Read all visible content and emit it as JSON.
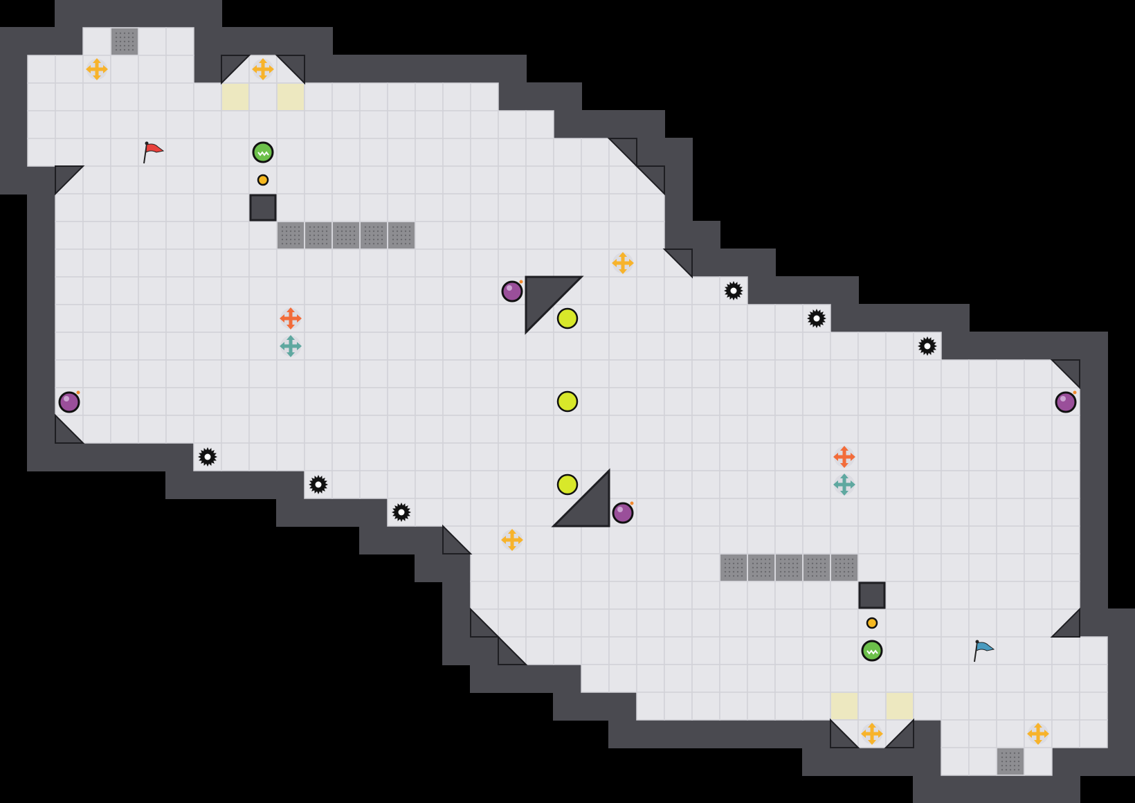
{
  "colors": {
    "background": "#000000",
    "wall": "#4a4a50",
    "wall_outline": "#1e1e22",
    "floor": "#e6e6ea",
    "floor_line": "#d2d2d8",
    "grate": "#8e8e92",
    "highlight_tile": "#ede8c0",
    "yellow_cross": "#f7b32b",
    "orange_arrow": "#f26c3a",
    "teal_arrow": "#5fa8a0",
    "red_flag": "#e8413c",
    "blue_flag": "#4a9bbf",
    "bomb": "#9a4f9a",
    "ball": "#d8e82a",
    "green_ball": "#6cc04a",
    "coin": "#f5b820",
    "gear": "#111111"
  },
  "entity_types": [
    "start-flag-red",
    "goal-flag-blue",
    "yellow-cross-launcher",
    "orange-arrow-pad",
    "teal-arrow-pad",
    "bomb",
    "spike-gear",
    "yellow-ball",
    "green-ball",
    "coin",
    "grate-tile",
    "highlight-tile",
    "dark-block",
    "ramp-triangle"
  ]
}
